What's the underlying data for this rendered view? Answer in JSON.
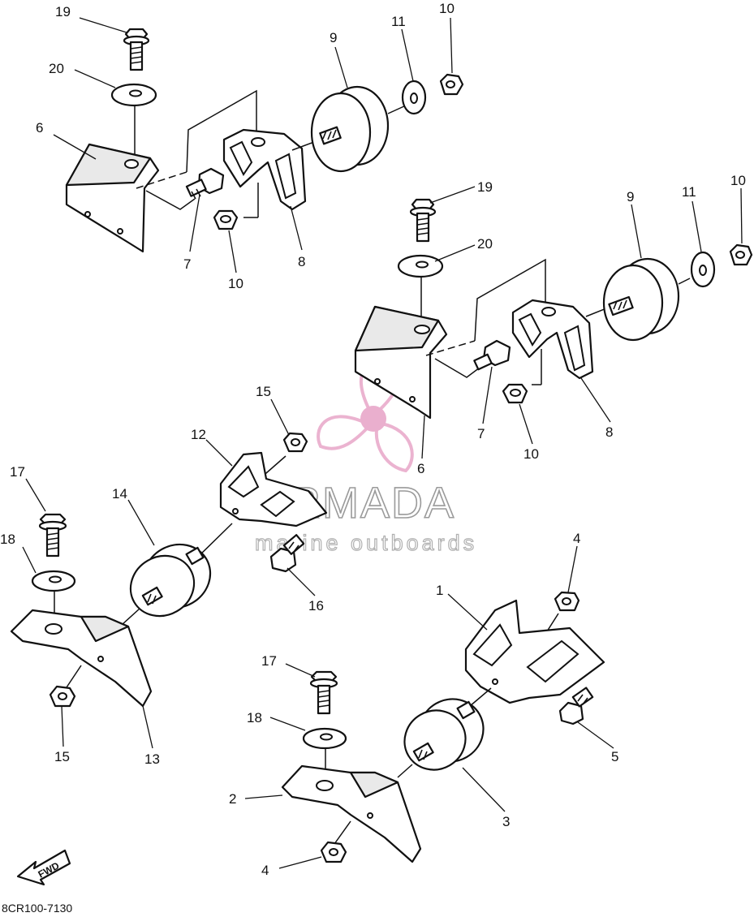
{
  "diagram": {
    "callouts": {
      "c19a": "19",
      "c20a": "20",
      "c6a": "6",
      "c9a": "9",
      "c11a": "11",
      "c10a": "10",
      "c7a": "7",
      "c10b": "10",
      "c8a": "8",
      "c19b": "19",
      "c20b": "20",
      "c9b": "9",
      "c11b": "11",
      "c10c": "10",
      "c7b": "7",
      "c10d": "10",
      "c8b": "8",
      "c6b": "6",
      "c15a": "15",
      "c12": "12",
      "c17a": "17",
      "c14": "14",
      "c18a": "18",
      "c16": "16",
      "c15b": "15",
      "c13": "13",
      "c4a": "4",
      "c1": "1",
      "c5": "5",
      "c17b": "17",
      "c18b": "18",
      "c2": "2",
      "c3": "3",
      "c4b": "4"
    },
    "fwd_label": "FWD",
    "code": "8CR100-7130"
  },
  "watermark": {
    "brand": "ARMADA",
    "subtitle": "marine outboards",
    "logo_color": "#e8a6c8",
    "logo_dot_color": "#e7a2c6"
  }
}
